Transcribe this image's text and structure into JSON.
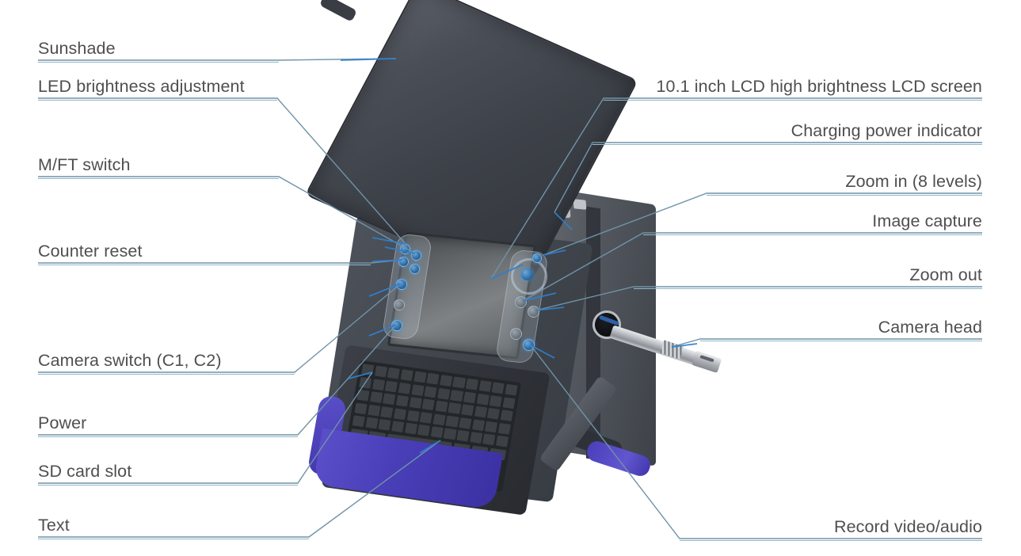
{
  "diagram": {
    "title": "Pipe inspection camera system — labeled parts diagram",
    "accent_line_color": "#93b7c6",
    "label_text_color": "#4f4f4f",
    "leader_color": "#6f93a8",
    "pointer_color": "#2f7fd0"
  },
  "labels_left": [
    {
      "id": "sunshade",
      "text": "Sunshade"
    },
    {
      "id": "led-brightness",
      "text": "LED brightness adjustment"
    },
    {
      "id": "mft-switch",
      "text": "M/FT switch"
    },
    {
      "id": "counter-reset",
      "text": "Counter reset"
    },
    {
      "id": "camera-switch",
      "text": "Camera switch (C1, C2)"
    },
    {
      "id": "power",
      "text": "Power"
    },
    {
      "id": "sd-card-slot",
      "text": "SD card slot"
    },
    {
      "id": "text",
      "text": "Text"
    }
  ],
  "labels_right": [
    {
      "id": "lcd-screen",
      "text": "10.1 inch LCD high brightness LCD screen"
    },
    {
      "id": "charging-power",
      "text": "Charging power indicator"
    },
    {
      "id": "zoom-in",
      "text": "Zoom in (8 levels)"
    },
    {
      "id": "image-capture",
      "text": "Image capture"
    },
    {
      "id": "zoom-out",
      "text": "Zoom out"
    },
    {
      "id": "camera-head",
      "text": "Camera head"
    },
    {
      "id": "record-video-audio",
      "text": "Record video/audio"
    }
  ]
}
